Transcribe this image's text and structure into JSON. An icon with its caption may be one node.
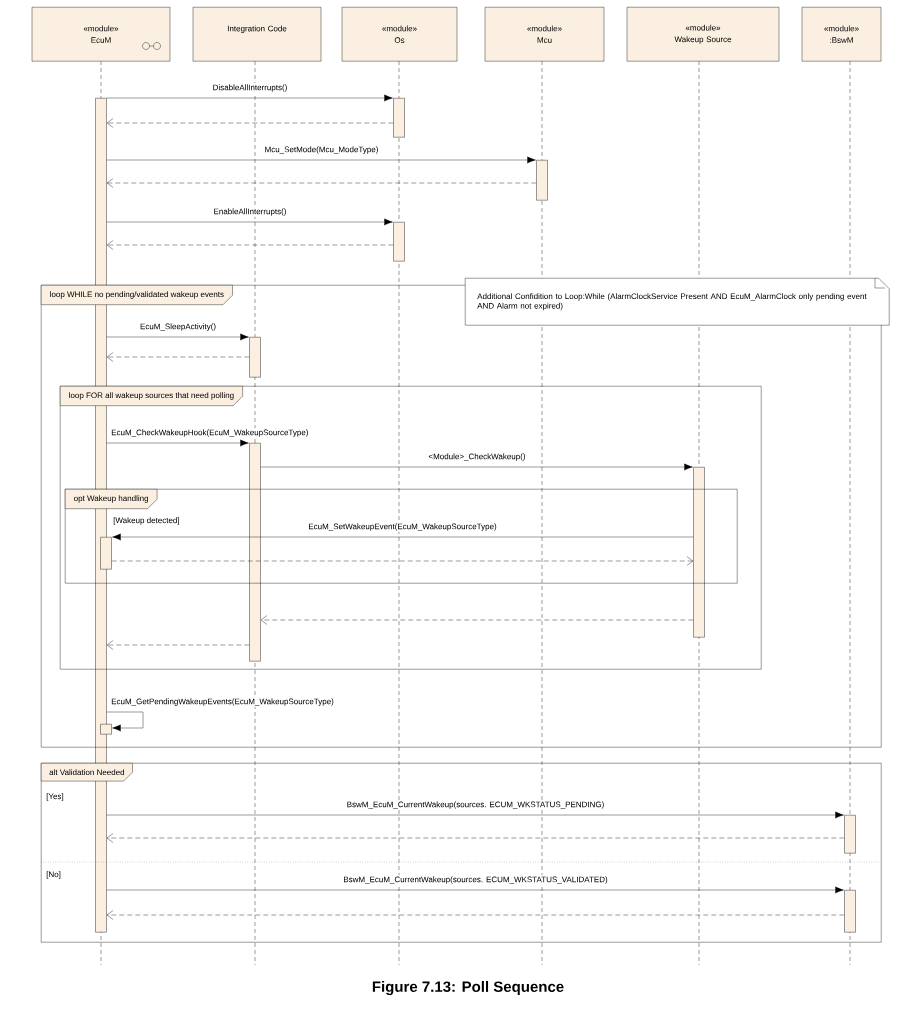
{
  "diagram": {
    "caption": "Figure 7.13: Poll Sequence",
    "nodes": [
      {
        "text": [
          "«module»",
          "EcuM"
        ]
      },
      {
        "text": [
          "Integration Code"
        ]
      },
      {
        "text": [
          "«module»",
          "Os"
        ]
      },
      {
        "text": [
          "«module»",
          "Mcu"
        ]
      },
      {
        "text": [
          "«module»",
          "Wakeup Source"
        ]
      },
      {
        "text": [
          "«module»",
          ":BswM"
        ]
      },
      {
        "text": [],
        "shape": "bar"
      },
      {
        "text": [],
        "shape": "bar"
      },
      {
        "text": [],
        "shape": "bar"
      },
      {
        "text": [],
        "shape": "bar"
      },
      {
        "text": [],
        "shape": "bar",
        "in": 17
      },
      {
        "text": [],
        "shape": "bar",
        "in": 18
      },
      {
        "text": [],
        "shape": "bar",
        "in": 18
      },
      {
        "text": [],
        "shape": "bar",
        "in": 19
      },
      {
        "text": [],
        "shape": "bar",
        "in": 17
      },
      {
        "text": [],
        "shape": "bar",
        "in": 20
      },
      {
        "text": [],
        "shape": "bar",
        "in": 20
      },
      {
        "text": [
          "loop WHILE no pending/validated wakeup events"
        ]
      },
      {
        "text": [
          "loop FOR all wakeup sources that need polling"
        ],
        "in": 17
      },
      {
        "text": [
          "opt Wakeup handling",
          "[Wakeup detected]"
        ],
        "in": 18
      },
      {
        "text": [
          "alt Validation Needed",
          "[Yes]",
          "[No]"
        ]
      },
      {
        "text": [
          "Additional Confidition to Loop:While (AlarmClockService Present AND EcuM_AlarmClock only pending event AND Alarm not expired)"
        ]
      }
    ],
    "edges": [
      {
        "from": 6,
        "to": 7,
        "arrow": "to",
        "label": "DisableAllInterrupts()"
      },
      {
        "from": 7,
        "to": 6,
        "arrow": "to",
        "style": "dashed"
      },
      {
        "from": 6,
        "to": 8,
        "arrow": "to",
        "label": "Mcu_SetMode(Mcu_ModeType)"
      },
      {
        "from": 8,
        "to": 6,
        "arrow": "to",
        "style": "dashed"
      },
      {
        "from": 6,
        "to": 9,
        "arrow": "to",
        "label": "EnableAllInterrupts()"
      },
      {
        "from": 9,
        "to": 6,
        "arrow": "to",
        "style": "dashed"
      },
      {
        "from": 6,
        "to": 10,
        "arrow": "to",
        "label": "EcuM_SleepActivity()"
      },
      {
        "from": 10,
        "to": 6,
        "arrow": "to",
        "style": "dashed"
      },
      {
        "from": 6,
        "to": 11,
        "arrow": "to",
        "label": "EcuM_CheckWakeupHook(EcuM_WakeupSourceType)"
      },
      {
        "from": 11,
        "to": 12,
        "arrow": "to",
        "label": "<Module>_CheckWakeup()"
      },
      {
        "from": 12,
        "to": 13,
        "arrow": "to",
        "label": "EcuM_SetWakeupEvent(EcuM_WakeupSourceType)"
      },
      {
        "from": 13,
        "to": 12,
        "arrow": "to",
        "style": "dashed"
      },
      {
        "from": 12,
        "to": 11,
        "arrow": "to",
        "style": "dashed"
      },
      {
        "from": 11,
        "to": 6,
        "arrow": "to",
        "style": "dashed"
      },
      {
        "from": 6,
        "to": 14,
        "arrow": "to",
        "label": "EcuM_GetPendingWakeupEvents(EcuM_WakeupSourceType)"
      },
      {
        "from": 6,
        "to": 15,
        "arrow": "to",
        "label": "BswM_EcuM_CurrentWakeup(sources. ECUM_WKSTATUS_PENDING)"
      },
      {
        "from": 15,
        "to": 6,
        "arrow": "to",
        "style": "dashed"
      },
      {
        "from": 6,
        "to": 16,
        "arrow": "to",
        "label": "BswM_EcuM_CurrentWakeup(sources. ECUM_WKSTATUS_VALIDATED)"
      },
      {
        "from": 16,
        "to": 6,
        "arrow": "to",
        "style": "dashed"
      }
    ]
  }
}
